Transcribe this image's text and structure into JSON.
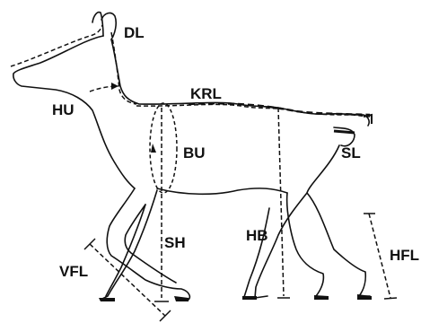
{
  "labels": {
    "dl": "DL",
    "krl": "KRL",
    "hu": "HU",
    "bu": "BU",
    "sl": "SL",
    "sh": "SH",
    "hb": "HB",
    "vfl": "VFL",
    "hfl": "HFL"
  },
  "colors": {
    "ink": "#111111",
    "background": "#ffffff"
  }
}
